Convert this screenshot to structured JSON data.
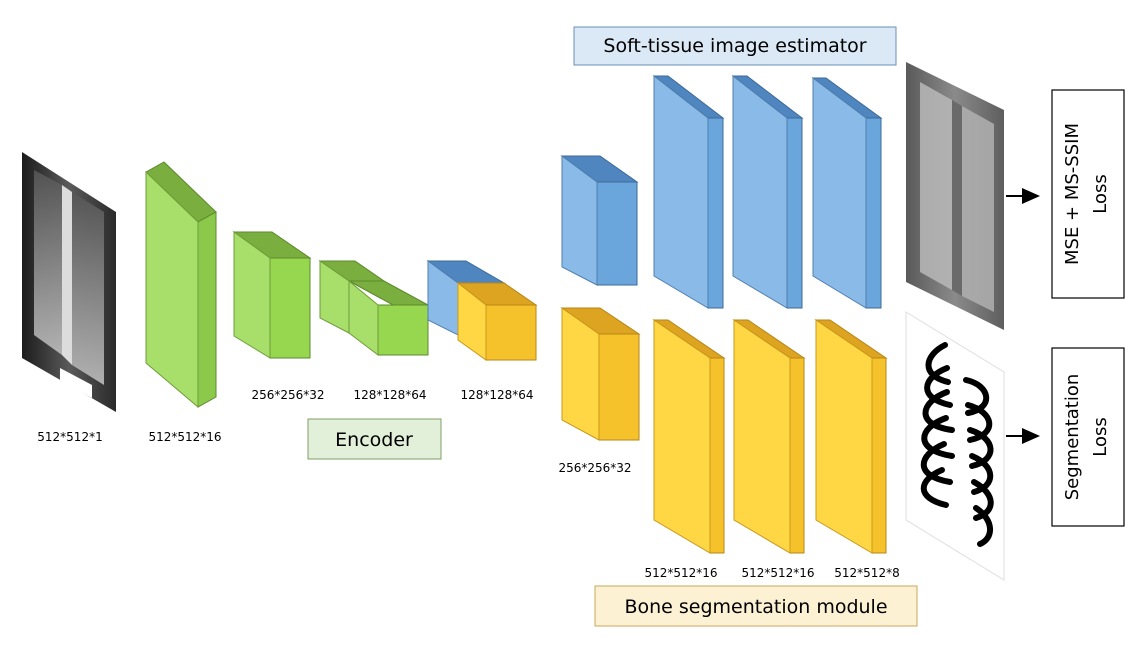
{
  "encoder_label": "Encoder",
  "soft_tissue_label": "Soft-tissue image estimator",
  "bone_segmentation_label": "Bone segmentation module",
  "dimensions": {
    "input": "512*512*1",
    "enc1": "512*512*16",
    "enc2": "256*256*32",
    "enc3": "128*128*64",
    "enc4": "128*128*64",
    "dec1": "256*256*32",
    "dec2": "512*512*16",
    "dec3": "512*512*16",
    "dec4": "512*512*8"
  },
  "losses": {
    "soft_tissue": [
      "MSE + MS-SSIM",
      "Loss"
    ],
    "segmentation": [
      "Segmentation",
      "Loss"
    ]
  },
  "colors": {
    "green_front": "#a8de6a",
    "green_top": "#7aae3e",
    "green_side": "#8cc94a",
    "blue_front": "#8abbe8",
    "blue_top": "#4f86bf",
    "blue_side": "#6aa6dc",
    "yellow_front": "#ffd744",
    "yellow_top": "#dca421",
    "yellow_side": "#f6c22c",
    "encoder_box": "#e2efd9",
    "soft_tissue_box": "#dbe9f6",
    "bone_box": "#fdf1d4"
  }
}
